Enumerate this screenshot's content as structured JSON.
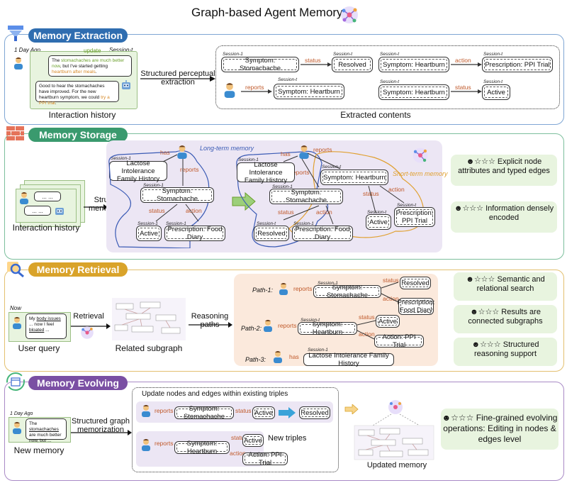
{
  "title": "Graph-based Agent Memory",
  "colors": {
    "extraction": "#2f6db0",
    "storage": "#3a9a6e",
    "retrieval": "#d9a32a",
    "evolving": "#7a4fa3",
    "relation": "#c0592a",
    "green_bg": "#e8f4df",
    "purple_bg": "#ece6f4",
    "orange_bg": "#fbe9dc"
  },
  "extraction": {
    "header": "Memory Extraction",
    "day_ago": "1 Day Ago",
    "session_t": "Session-t",
    "update_label": "update",
    "chat1": {
      "p1": "The ",
      "h1": "stomachaches are much better now",
      "p2": ", but I've started getting ",
      "h2": "heartburn after meals",
      "p3": "."
    },
    "chat2": {
      "p1": "Good to hear the stomachaches have improved. For the new heartburn symptom, we could ",
      "h1": "try a PPI trial",
      "p2": "."
    },
    "interaction_label": "Interaction history",
    "arrow_label": "Structured perceptual extraction",
    "extracted_label": "Extracted contents",
    "nodes": {
      "stomachache": "Symptom: Stomachache",
      "resolved": "Resolved",
      "heartburn": "Symptom: Heartburn",
      "prescription": "Prescription: PPI Trial",
      "heartburn2": "Symptom: Heartburn",
      "heartburn3": "Symptom: Heartburn",
      "active": "Active"
    },
    "sessions": {
      "s1": "Session-1",
      "st": "Session-t"
    },
    "relations": {
      "status": "status",
      "action": "action",
      "reports": "reports",
      "status2": "status"
    }
  },
  "storage": {
    "header": "Memory Storage",
    "interaction_label": "Interaction history",
    "arrow_label": "Structured memorization",
    "long_term": "Long-term memory",
    "short_term": "Short-term memory",
    "bubble": "... ...",
    "nodes": {
      "lactose": "Lactose Intolerance Family History",
      "stomachache": "Symptom: Stomachache",
      "active": "Active",
      "diary": "Prescription: Food Diary",
      "lactose2": "Lactose Intolerance Family History",
      "heartburn": "Symptom: Heartburn",
      "stomachache2": "Symptom: Stomachache",
      "resolved": "Resolved",
      "diary2": "Prescription: Food Diary",
      "active2": "Active",
      "ppi": "Prescription: PPI Trial"
    },
    "relations": {
      "has": "has",
      "reports": "reports",
      "status": "status",
      "action": "action"
    },
    "sessions": {
      "s1": "Session-1",
      "st": "Session-t"
    },
    "benefits": [
      {
        "text": "Explicit node attributes and typed edges"
      },
      {
        "text": "Information densely encoded"
      }
    ]
  },
  "retrieval": {
    "header": "Memory Retrieval",
    "now": "Now",
    "query": {
      "p1": "My ",
      "u1": "body issues",
      "p2": " ... now I feel ",
      "u2": "bloated",
      "p3": " ..."
    },
    "arrow1": "Retrieval",
    "arrow2": "Reasoning paths",
    "user_query": "User query",
    "related": "Related subgraph",
    "paths": [
      {
        "label": "Path-1:",
        "n1": "Symptom: Stomachache",
        "rel": "reports",
        "s1": "Session-1",
        "r2": "status",
        "n2": "Resolved",
        "r3": "action",
        "n3": "Prescription: Food Diary"
      },
      {
        "label": "Path-2:",
        "n1": "Symptom: Heartburn",
        "rel": "reports",
        "s1": "Session-t",
        "r2": "status",
        "n2": "Active",
        "r3": "action",
        "n3": "Action: PPI Trial"
      },
      {
        "label": "Path-3:",
        "n1": "Lactose Intolerance Family History",
        "rel": "has",
        "s1": "Session-1"
      }
    ],
    "benefits": [
      {
        "text": "Semantic and relational search"
      },
      {
        "text": "Results are connected subgraphs"
      },
      {
        "text": "Structured reasoning support"
      }
    ]
  },
  "evolving": {
    "header": "Memory Evolving",
    "day_ago": "1 Day Ago",
    "chat": {
      "p1": "The ",
      "u1": "stomachaches",
      "p2": " are much better now, but ..."
    },
    "arrow_label": "Structured graph memorization",
    "new_memory": "New memory",
    "update_title": "Update nodes and edges within existing triples",
    "row1": {
      "n1": "Symptom: Stomachache",
      "rel": "reports",
      "r2": "status",
      "n2": "Active",
      "n3": "Resolved"
    },
    "row2": {
      "n1": "Symptom: Heartburn",
      "rel": "reports",
      "r2": "status",
      "n2": "Active",
      "r3": "action",
      "n3": "Action: PPI Trial"
    },
    "new_triples": "New triples",
    "updated": "Updated  memory",
    "benefit": "Fine-grained evolving operations: Editing in nodes & edges level"
  }
}
